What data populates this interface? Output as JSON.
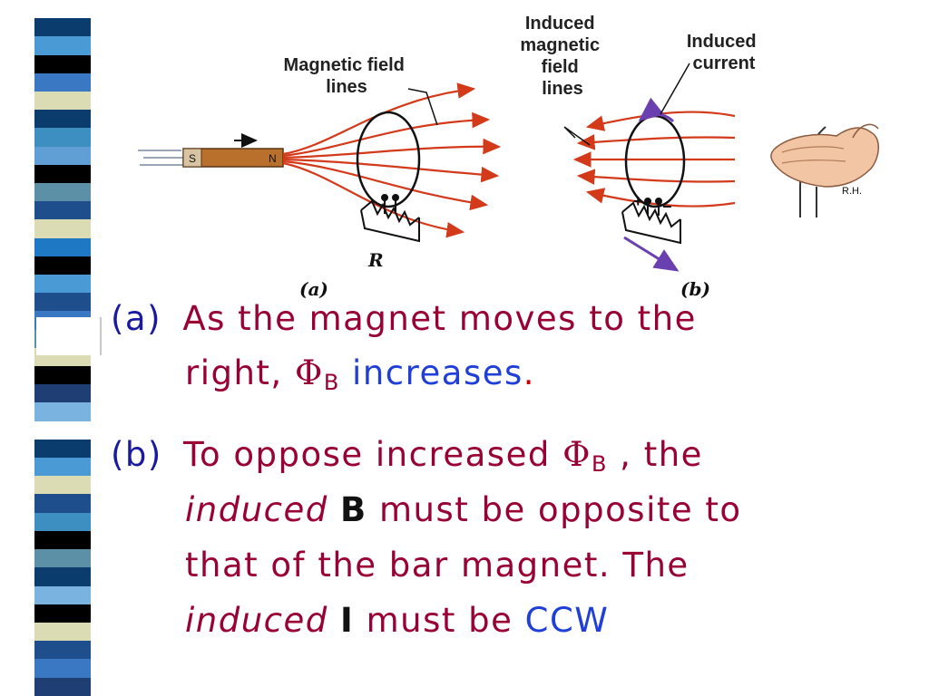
{
  "stripe_colors": [
    "#ffffff",
    "#0a3c6e",
    "#4a9ad6",
    "#000000",
    "#3b78c4",
    "#dcdcb4",
    "#0a3c6e",
    "#3e8fc1",
    "#5f9fd6",
    "#000000",
    "#5b90a7",
    "#1e4e8c",
    "#dcdcb4",
    "#1e78c4",
    "#000000",
    "#4a9ad6",
    "#1e4e8c",
    "#3b78c4",
    "#5b90a7",
    "#dcdcb4",
    "#000000",
    "#1f3e73",
    "#7ab3e0",
    "#ffffff",
    "#0a3c6e",
    "#4a9ad6",
    "#dcdcb4",
    "#1e4e8c",
    "#3e8fc1",
    "#000000",
    "#5b90a7",
    "#0a3c6e",
    "#7ab3e0",
    "#000000",
    "#dcdcb4",
    "#1e4e8c",
    "#3b78c4",
    "#1f3e73"
  ],
  "figure": {
    "magnetic_field_lines_label": [
      "Magnetic field",
      "lines"
    ],
    "magnet_s": "S",
    "magnet_n": "N",
    "resistor_label": "R",
    "caption_a": "(a)",
    "induced_field_label": [
      "Induced",
      "magnetic",
      "field",
      "lines"
    ],
    "induced_current_label": [
      "Induced",
      "current"
    ],
    "plus": "+",
    "minus": "−",
    "caption_b": "(b)",
    "right_hand_label": "R.H."
  },
  "statement_a": {
    "label": "(a)",
    "line1": "As the magnet moves to the",
    "line2_prefix": "right, ",
    "phi": "Φ",
    "sub": "B",
    "increases": "increases",
    "period": "."
  },
  "statement_b": {
    "label": "(b)",
    "line1_prefix": "To oppose increased ",
    "phi": "Φ",
    "sub": "B",
    "line1_suffix": " , the",
    "induced_1": "induced",
    "B": "B",
    "line2_rest": "must be opposite to",
    "line3": "that of the bar magnet. The",
    "induced_2": "induced",
    "I": "I",
    "line4_mid": "must be ",
    "ccw": "CCW"
  }
}
